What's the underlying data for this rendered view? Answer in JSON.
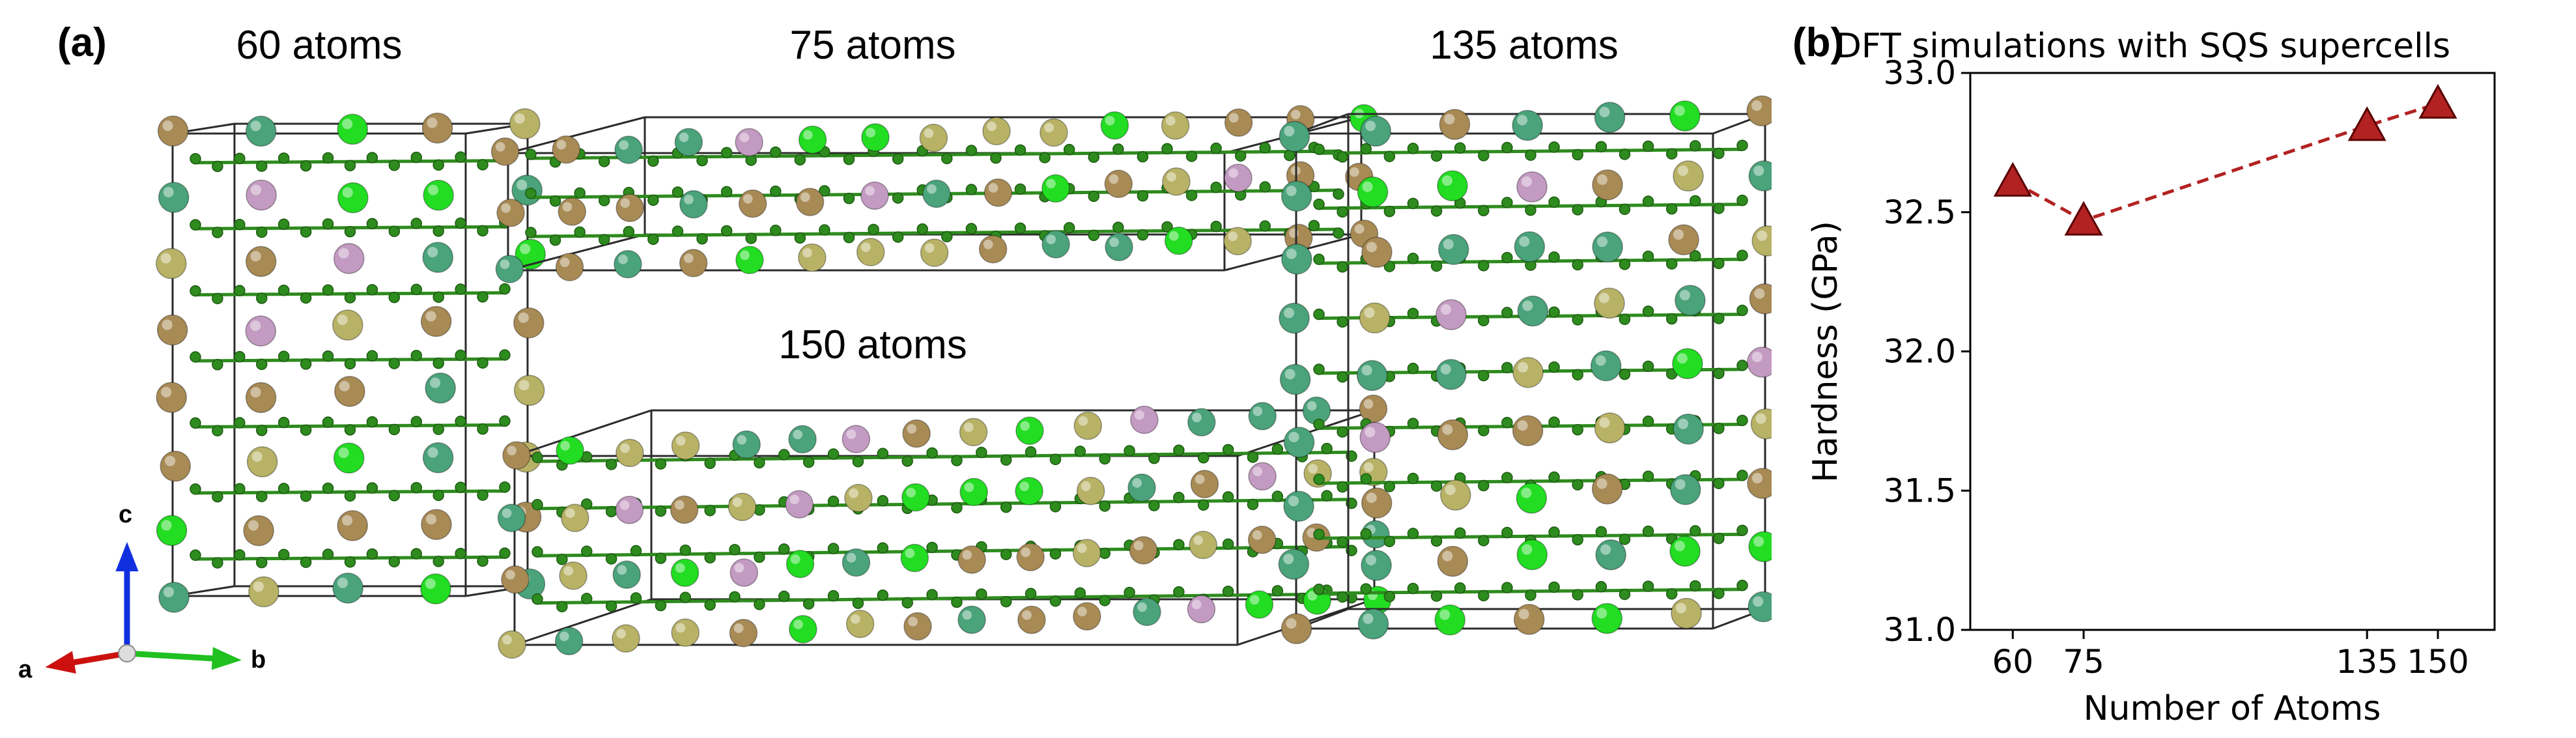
{
  "panels": {
    "a_label": "(a)",
    "b_label": "(b)"
  },
  "structures": {
    "labels": [
      "60 atoms",
      "75 atoms",
      "150 atoms",
      "135 atoms"
    ],
    "axes": {
      "a": "a",
      "b": "b",
      "c": "c"
    },
    "colors": {
      "frame": "#2b2b2b",
      "bond": "#2e8b1e",
      "bright_green": "#22dd22",
      "teal": "#4aa37a",
      "olive": "#b8b266",
      "tan": "#a88a55",
      "pink": "#c39ac2",
      "axis_c": "#1030e0",
      "axis_a": "#cc1010",
      "axis_b": "#20c020"
    }
  },
  "chart_data": {
    "type": "line",
    "title": "DFT simulations with SQS supercells",
    "xlabel": "Number of Atoms",
    "ylabel": "Hardness (GPa)",
    "x": [
      60,
      75,
      135,
      150
    ],
    "y": [
      32.61,
      32.47,
      32.81,
      32.89
    ],
    "xticks": [
      60,
      75,
      135,
      150
    ],
    "yticks": [
      "31.0",
      "31.5",
      "32.0",
      "32.5",
      "33.0"
    ],
    "ylim": [
      31.0,
      33.0
    ],
    "xlim": [
      51,
      162
    ],
    "marker": "triangle",
    "line_style": "dashed",
    "color": "#b22222",
    "edge_color": "#5a0000",
    "grid": false
  }
}
